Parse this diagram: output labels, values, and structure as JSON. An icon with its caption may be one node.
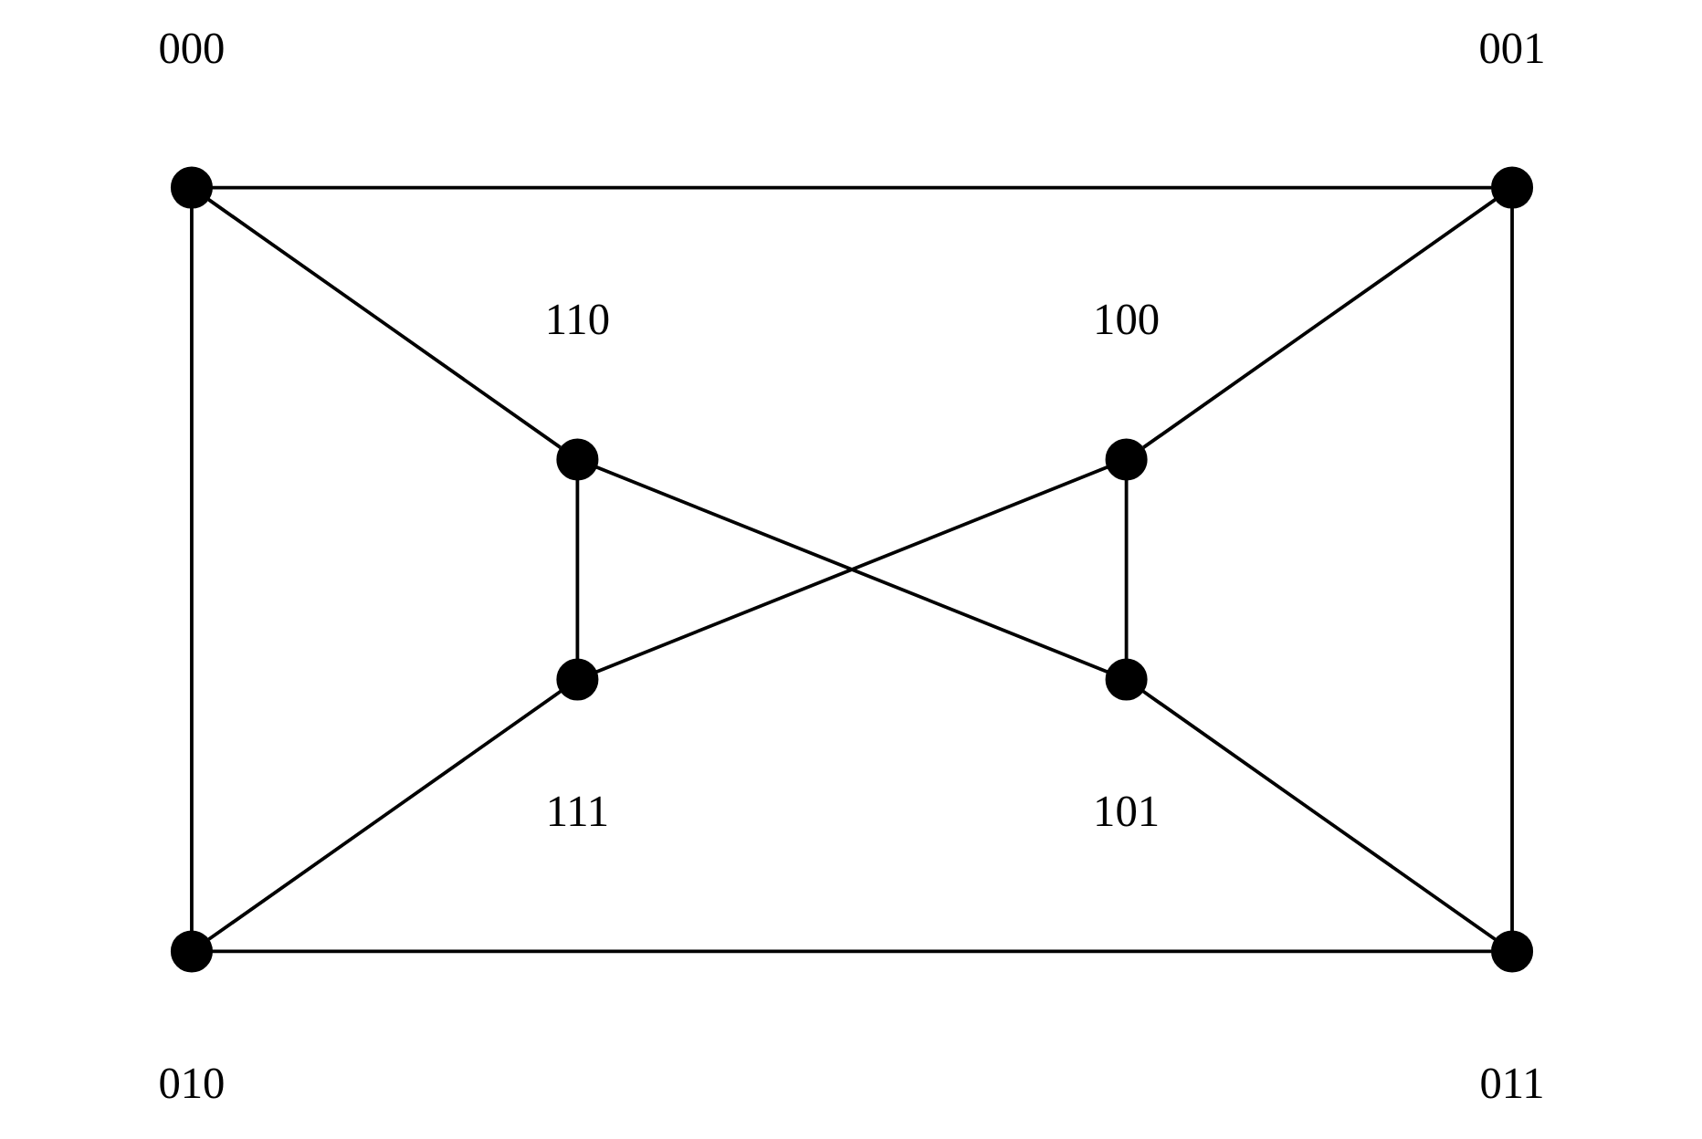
{
  "diagram": {
    "nodes": [
      {
        "text": [],
        "shape": "circle",
        "beside": [
          "000"
        ]
      },
      {
        "text": [],
        "shape": "circle",
        "beside": [
          "001"
        ]
      },
      {
        "text": [],
        "shape": "circle",
        "beside": [
          "110"
        ]
      },
      {
        "text": [],
        "shape": "circle",
        "beside": [
          "100"
        ]
      },
      {
        "text": [],
        "shape": "circle",
        "beside": [
          "111"
        ]
      },
      {
        "text": [],
        "shape": "circle",
        "beside": [
          "101"
        ]
      },
      {
        "text": [],
        "shape": "circle",
        "beside": [
          "010"
        ]
      },
      {
        "text": [],
        "shape": "circle",
        "beside": [
          "011"
        ]
      }
    ],
    "edges": [
      {
        "from": 0,
        "to": 1,
        "arrow": "none"
      },
      {
        "from": 0,
        "to": 2,
        "arrow": "none"
      },
      {
        "from": 0,
        "to": 6,
        "arrow": "none"
      },
      {
        "from": 1,
        "to": 3,
        "arrow": "none"
      },
      {
        "from": 1,
        "to": 7,
        "arrow": "none"
      },
      {
        "from": 2,
        "to": 4,
        "arrow": "none"
      },
      {
        "from": 2,
        "to": 5,
        "arrow": "none"
      },
      {
        "from": 3,
        "to": 4,
        "arrow": "none"
      },
      {
        "from": 3,
        "to": 5,
        "arrow": "none"
      },
      {
        "from": 4,
        "to": 6,
        "arrow": "none"
      },
      {
        "from": 5,
        "to": 7,
        "arrow": "none"
      },
      {
        "from": 6,
        "to": 7,
        "arrow": "none"
      }
    ]
  }
}
